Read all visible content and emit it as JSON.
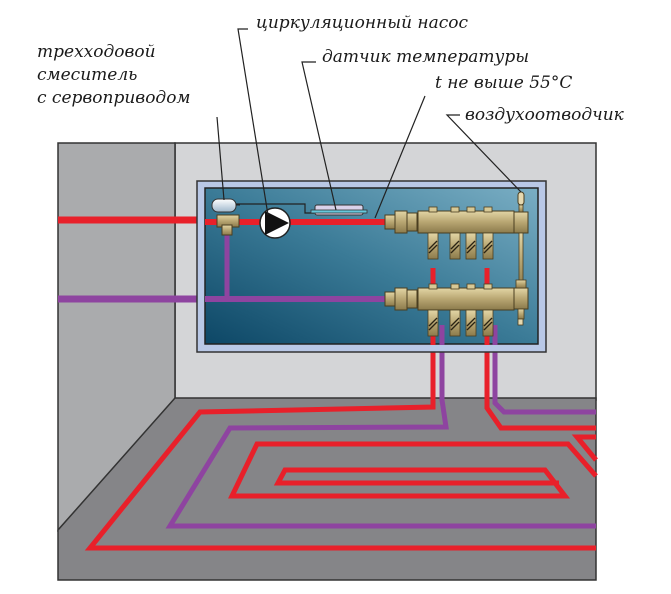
{
  "labels": {
    "mixer": [
      "трехходовой",
      "смеситель",
      "с сервоприводом"
    ],
    "pump": "циркуляционный насос",
    "sensor": "датчик температуры",
    "temp_limit": "t  не выше 55°C",
    "air_vent": "воздухоотводчик"
  },
  "colors": {
    "supply_pipe": "#e8202a",
    "return_pipe": "#8e44a0",
    "floor": "#858588",
    "wall_back": "#d4d5d7",
    "wall_side": "#aaabad",
    "cabinet_frame": "#b9c8e6",
    "cabinet_inner_top": "#5f93ac",
    "cabinet_inner_bottom": "#124f6c",
    "brass": "#c7b98a"
  },
  "icons": {
    "pump": "pump-icon",
    "mixer": "three-way-valve-icon",
    "sensor": "temperature-sensor-icon",
    "vent": "air-vent-icon",
    "manifold": "manifold-icon"
  }
}
